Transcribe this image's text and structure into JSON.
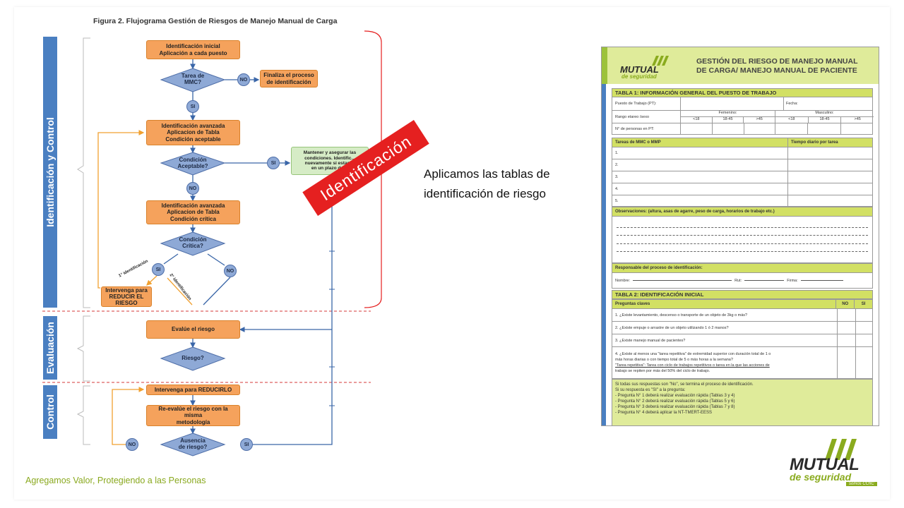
{
  "figure_title": "Figura 2. Flujograma Gestión de Riesgos de Manejo Manual de Carga",
  "bands": {
    "identificacion_control": "Identificación y Control",
    "evaluacion": "Evaluación",
    "control": "Control"
  },
  "nodes": {
    "inicial": "Identificación inicial\nAplicación a cada puesto",
    "tarea_mmc": "Tarea de\nMMC?",
    "finaliza": "Finaliza el proceso\nde identificación",
    "avanzada_aceptable": "Identificación avanzada\nAplicacion de Tabla\nCondición aceptable",
    "condicion_aceptable": "Condición\nAceptable?",
    "mantener": "Mantener y asegurar las\ncondiciones. Identific...\nnuevamente si estas ...\nen un plazo de ...",
    "avanzada_critica": "Identificación avanzada\nAplicacion de Tabla\nCondición crítica",
    "condicion_critica": "Condición\nCrítica?",
    "intervenga_reducir_riesgo": "Intervenga para\nREDUCIR EL\nRIESGO",
    "evalue": "Evalúe el riesgo",
    "riesgo": "Riesgo?",
    "intervenga_reducirlo": "Intervenga para REDUCIRLO",
    "reevalue": "Re-evalúe el riesgo con la misma\nmetodología",
    "ausencia": "Ausencia\nde riesgo?"
  },
  "connectors": {
    "no": "NO",
    "si": "SI",
    "primera": "1° identificación",
    "segunda": "2° identificación"
  },
  "stamp": "Identificación",
  "description_line1": "Aplicamos las tablas de",
  "description_line2": "identificación de riesgo",
  "footer": "Agregamos Valor, Protegiendo a las Personas",
  "form": {
    "logo_mutual": "MUTUAL",
    "logo_seguridad": "de seguridad",
    "title_line1": "GESTIÓN DEL RIESGO DE MANEJO MANUAL",
    "title_line2": "DE CARGA/ MANEJO MANUAL DE PACIENTE",
    "tabla1": "TABLA 1: INFORMACIÓN GENERAL DEL PUESTO DE TRABAJO",
    "puesto": "Puesto de Trabajo (PT):",
    "fecha": "Fecha:",
    "rango": "Rango etareo /sexo",
    "femenino": "Femenino:",
    "masculino": "Masculino:",
    "age_lt18": "<18",
    "age_18_45": "18-45",
    "age_gt45": ">45",
    "n_personas": "N° de personas en PT:",
    "tareas_mmc": "Tareas de MMC o MMP",
    "tiempo": "Tiempo diario por tarea",
    "item1": "1.",
    "item2": "2.",
    "item3": "3.",
    "item4": "4.",
    "item5": "5.",
    "observaciones": "Observaciones: (altura, asas de agarre, peso de carga, horarios de trabajo etc.)",
    "responsable": "Responsable del proceso de identificación:",
    "nombre": "Nombre:",
    "rut": "Rut:",
    "firma": "Firma:",
    "tabla2": "TABLA 2: IDENTIFICACIÓN INICIAL",
    "preguntas": "Preguntas claves",
    "col_no": "NO",
    "col_si": "SI",
    "q1": "1. ¿Existe levantamiento, descenso o transporte de un objeto de 3kg o más?",
    "q2": "2. ¿Existe empuje o arrastre de un objeto utilizando 1 ó 2 manos?",
    "q3": "3. ¿Existe manejo manual de pacientes?",
    "q4a": "4. ¿Existe al menos una \"tarea repetitiva\" de extremidad superior con duración total de 1 o",
    "q4b": "más horas diarias o con tiempo total de 5 o más horas a la semana?",
    "q4c": "\"Tarea repetitiva\": Tarea con ciclo de trabajos repetitivos o tarea en la que las acciones de",
    "q4d": "trabajo se repiten por más del 50% del ciclo de trabajo.",
    "conclusion": "Si todas sus respuestas son \"No\", se termina el proceso de identificación.\nSi su respuesta es \"SI\" a la pregunta:\n- Pregunta N° 1 deberá realizar evaluación rápida (Tablas 3 y 4)\n- Pregunta N° 2 deberá realizar evaluación rápida (Tablas 5 y 6)\n- Pregunta N° 3 deberá realizar evaluación rápida (Tablas 7 y 8)\n- Pregunta N° 4 deberá aplicar la NT-TMERT-EESS"
  },
  "logo": {
    "mutual": "MUTUAL",
    "seguridad": "de seguridad",
    "cchc": "somos CChC"
  },
  "colors": {
    "band_blue": "#4a7fc1",
    "box_orange": "#f5a25c",
    "diamond_blue": "#8ea9d6",
    "stamp_red": "#e52020",
    "form_green": "#d2e064",
    "brand_green": "#8aab1e"
  }
}
